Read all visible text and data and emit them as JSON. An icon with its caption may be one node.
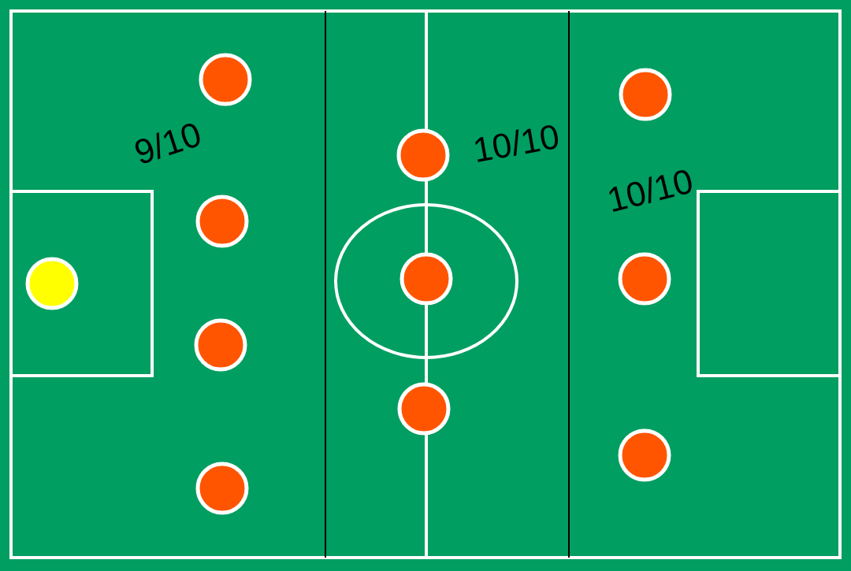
{
  "diagram": {
    "labels": [
      "9/10",
      "10/10",
      "10/10"
    ]
  }
}
